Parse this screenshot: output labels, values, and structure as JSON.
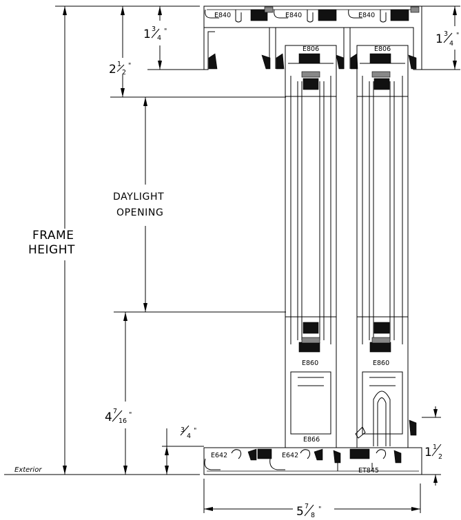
{
  "labels": {
    "frame_height_line1": "FRAME",
    "frame_height_line2": "HEIGHT",
    "daylight_line1": "DAYLIGHT",
    "daylight_line2": "OPENING",
    "exterior": "Exterior"
  },
  "dimensions": {
    "top_inner": {
      "whole": "1",
      "num": "3",
      "den": "4",
      "unit": "\""
    },
    "top_outer": {
      "whole": "2",
      "num": "1",
      "den": "2",
      "unit": "\""
    },
    "top_right": {
      "whole": "1",
      "num": "3",
      "den": "4",
      "unit": "\""
    },
    "bottom_big": {
      "whole": "4",
      "num": "7",
      "den": "16",
      "unit": "\""
    },
    "bottom_small": {
      "whole": "",
      "num": "3",
      "den": "4",
      "unit": "\""
    },
    "bottom_right": {
      "whole": "1",
      "num": "1",
      "den": "2",
      "unit": ""
    },
    "overall_width": {
      "whole": "5",
      "num": "7",
      "den": "8",
      "unit": "\""
    }
  },
  "parts": {
    "head_1": "E840",
    "head_2": "E840",
    "head_3": "E840",
    "top_rail_1": "E806",
    "top_rail_2": "E806",
    "bottom_rail_1": "E860",
    "bottom_rail_2": "E860",
    "sill_1": "E642",
    "sill_2": "E642",
    "sill_center": "E866",
    "track": "ET845"
  }
}
